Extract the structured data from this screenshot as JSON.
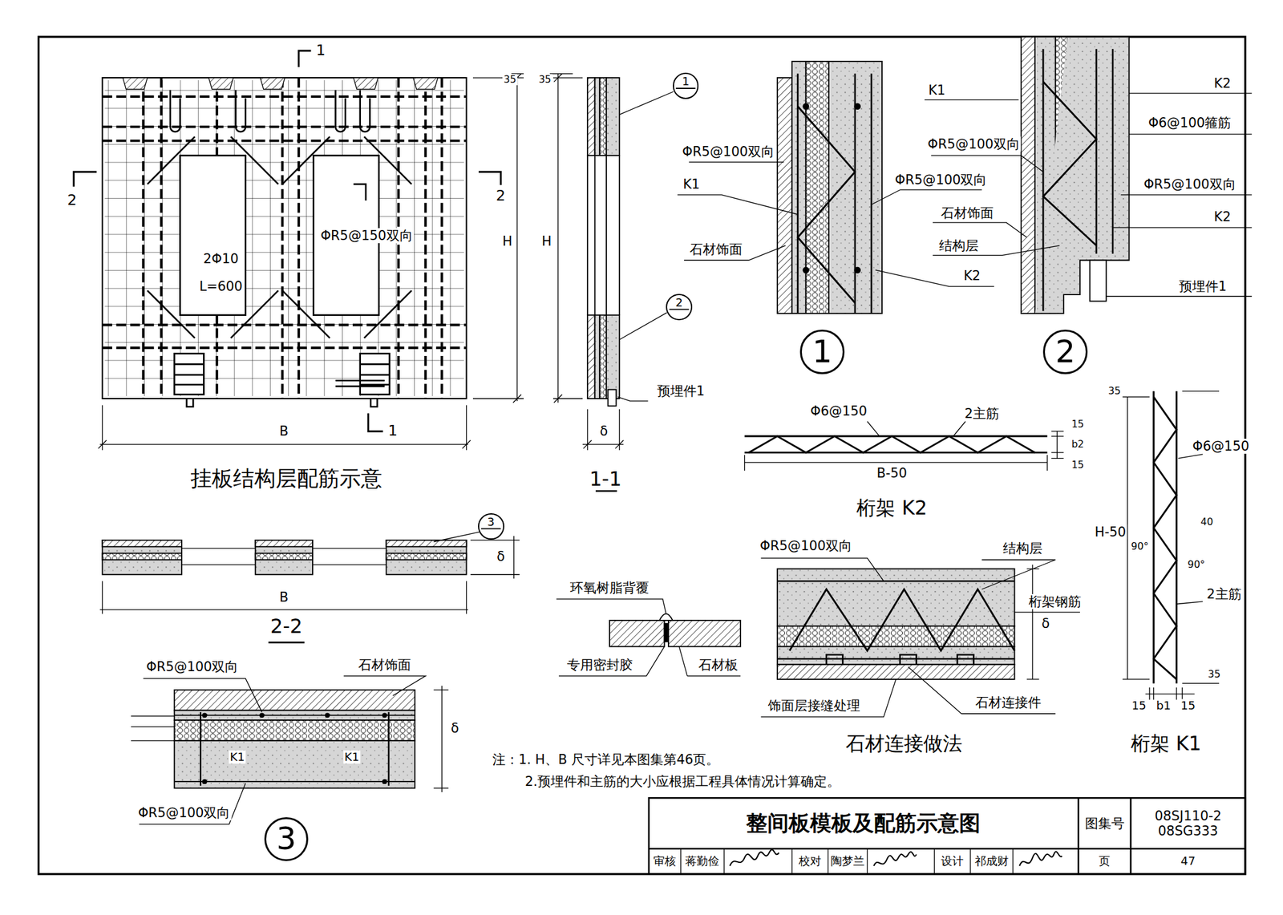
{
  "diagram": {
    "title": "整间板模板及配筋示意图",
    "nodes": [
      {
        "text": [
          "1"
        ]
      },
      {
        "text": [
          "2"
        ]
      },
      {
        "text": [
          "1"
        ]
      },
      {
        "text": [
          "2"
        ]
      },
      {
        "text": [
          "3"
        ]
      },
      {
        "text": [
          "3"
        ]
      }
    ],
    "labels": [
      "1",
      "2",
      "2",
      "35",
      "H",
      "2Φ10",
      "L=600",
      "ΦR5@150双向",
      "B",
      "1",
      "挂板结构层配筋示意",
      "35",
      "H",
      "δ",
      "预埋件1",
      "1-1",
      "ΦR5@100双向",
      "K1",
      "ΦR5@100双向",
      "石材饰面",
      "K2",
      "K1",
      "ΦR5@100双向",
      "石材饰面",
      "结构层",
      "K2",
      "Φ6@100箍筋",
      "ΦR5@100双向",
      "K2",
      "预埋件1",
      "Φ6@150",
      "2主筋",
      "15",
      "b2",
      "15",
      "B-50",
      "桁架 K2",
      "35",
      "Φ6@150",
      "40",
      "H-50",
      "90°",
      "90°",
      "2主筋",
      "35",
      "15",
      "b1",
      "15",
      "桁架 K1",
      "δ",
      "B",
      "2-2",
      "环氧树脂背覆",
      "专用密封胶",
      "石材板",
      "ΦR5@100双向",
      "结构层",
      "桁架钢筋",
      "δ",
      "饰面层接缝处理",
      "石材连接件",
      "石材连接做法",
      "ΦR5@100双向",
      "石材饰面",
      "δ",
      "K1",
      "K1",
      "ΦR5@100双向",
      "注：1. H、B 尺寸详见本图集第46页。",
      "2.预埋件和主筋的大小应根据工程具体情况计算确定。",
      "图集号",
      "08SJ110-2 08SG333",
      "审核",
      "蒋勤俭",
      "校对",
      "陶梦兰",
      "设计",
      "祁成财",
      "页",
      "47"
    ]
  }
}
